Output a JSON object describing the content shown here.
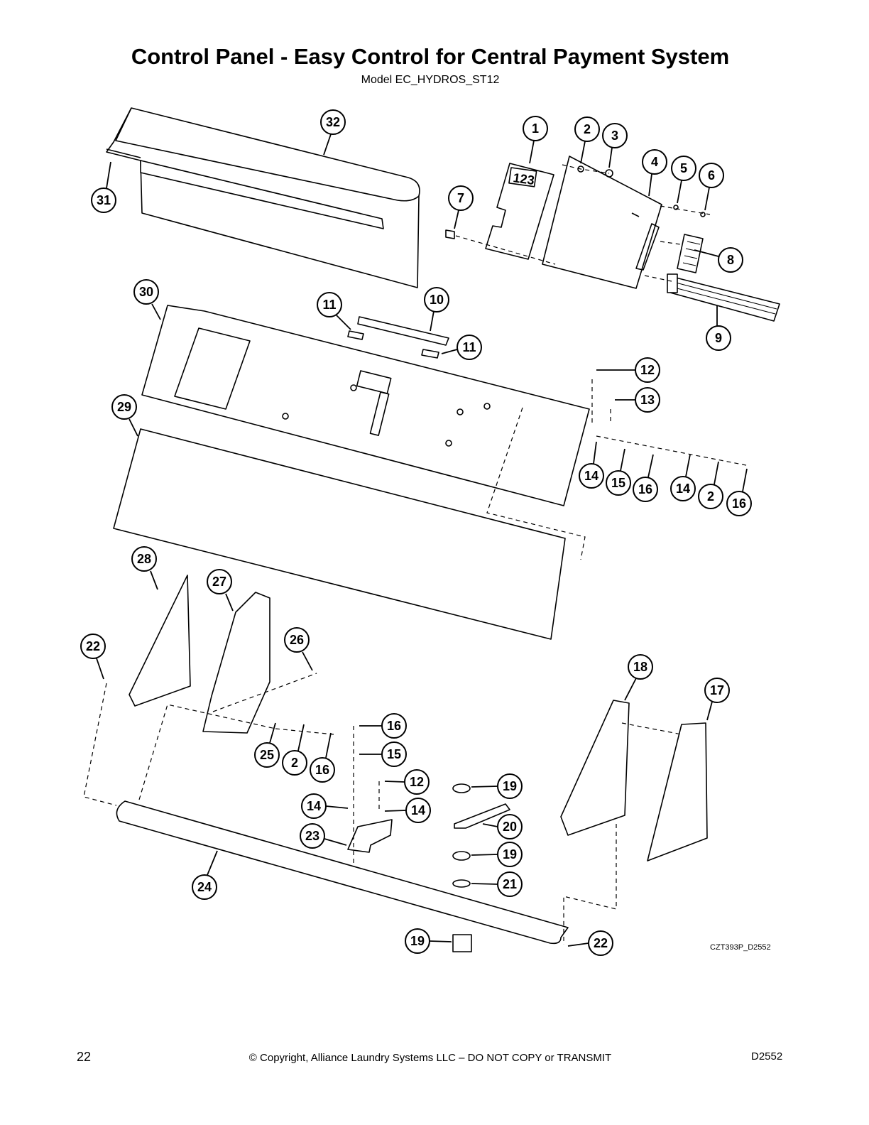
{
  "page": {
    "title": "Control Panel - Easy Control for Central Payment System",
    "subtitle": "Model EC_HYDROS_ST12",
    "page_number": "22",
    "copyright": "© Copyright, Alliance Laundry Systems LLC – DO NOT COPY or TRANSMIT",
    "doc_id": "D2552",
    "drawing_id": "CZT393P_D2552"
  },
  "display_digits": "123",
  "callouts": [
    "1",
    "2",
    "3",
    "4",
    "5",
    "6",
    "7",
    "8",
    "9",
    "10",
    "11",
    "11",
    "12",
    "13",
    "14",
    "15",
    "16",
    "14",
    "2",
    "16",
    "17",
    "18",
    "19",
    "20",
    "19",
    "21",
    "19",
    "12",
    "14",
    "14",
    "16",
    "15",
    "22",
    "22",
    "23",
    "24",
    "25",
    "2",
    "16",
    "26",
    "27",
    "28",
    "29",
    "30",
    "31",
    "32"
  ]
}
